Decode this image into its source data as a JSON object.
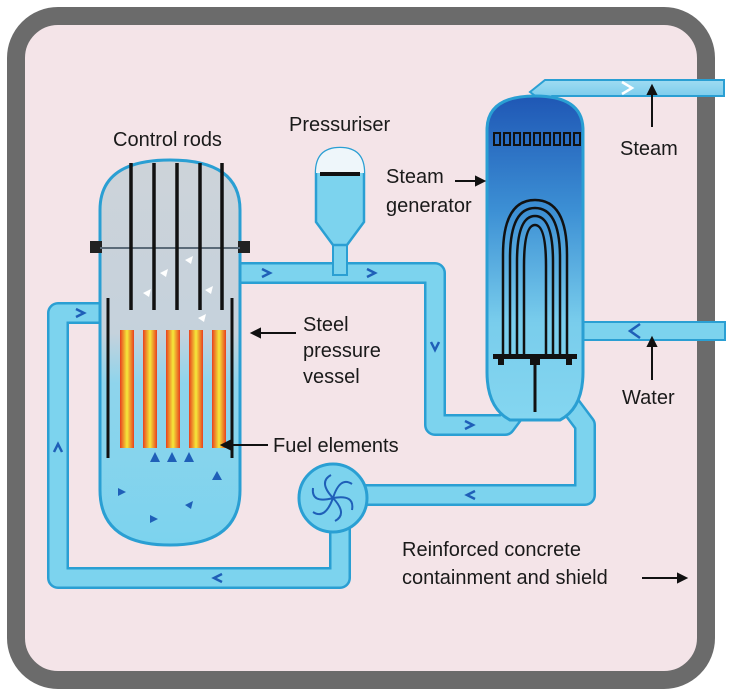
{
  "labels": {
    "control_rods": "Control rods",
    "pressuriser": "Pressuriser",
    "steam_generator_1": "Steam",
    "steam_generator_2": "generator",
    "steam": "Steam",
    "steel_vessel_1": "Steel",
    "steel_vessel_2": "pressure",
    "steel_vessel_3": "vessel",
    "water": "Water",
    "fuel_elements": "Fuel elements",
    "containment_1": "Reinforced concrete",
    "containment_2": "containment and shield"
  },
  "colors": {
    "containment_fill": "#f4e4e8",
    "containment_border": "#6b6b6b",
    "coolant": "#7cd3ee",
    "pipe_outline": "#2a9fd3",
    "arrow_blue": "#1f5fb8",
    "vessel_top": "#c8cfd6",
    "steam_dark": "#1f57b5",
    "fuel_red": "#e8401e",
    "fuel_yellow": "#f5e93a"
  }
}
